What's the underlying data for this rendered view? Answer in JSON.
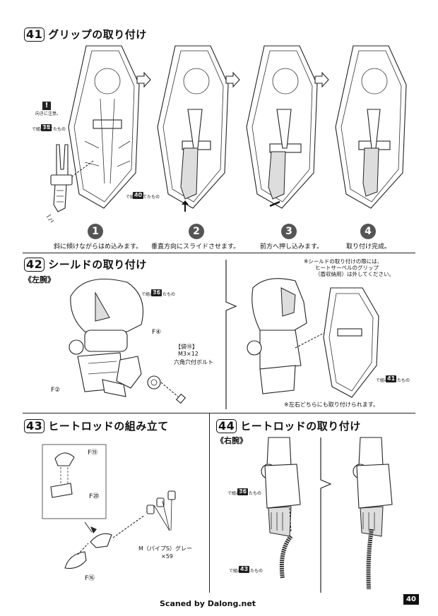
{
  "sections": {
    "s41": {
      "num": "41",
      "title": "グリップの取り付け",
      "note_box": "!",
      "note_text": "向きに注意。",
      "ref38": "38",
      "ref38_text": "で組み立てたもの",
      "ref40": "40",
      "ref40_text": "で組み立てたもの",
      "steps": [
        {
          "n": "1",
          "text": "斜に傾けながらはめ込みます。"
        },
        {
          "n": "2",
          "text": "垂直方向にスライドさせます。"
        },
        {
          "n": "3",
          "text": "前方へ押し込みます。"
        },
        {
          "n": "4",
          "text": "取り付け完成。"
        }
      ]
    },
    "s42": {
      "num": "42",
      "title": "シールドの取り付け",
      "sub": "《左腕》",
      "ref36": "36",
      "ref36_text": "で組み立てたもの",
      "f4": "F④",
      "f2": "F②",
      "bag": "【袋⑱】",
      "bolt_size": "M3×12",
      "bolt_name": "六角穴付ボルト",
      "note1": "※シールドの取り付けの際には、",
      "note2": "ヒートサーベルのグリップ",
      "note3": "（盾収納用）は外してください。",
      "ref41": "41",
      "ref41_text": "で組み立てたもの",
      "note_bottom": "※左右どちらにも取り付けられます。"
    },
    "s43": {
      "num": "43",
      "title": "ヒートロッドの組み立て",
      "f19": "F⑲",
      "f20": "F⑳",
      "f16": "F⑯",
      "pipe1": "M（パイプS）グレー",
      "pipe2": "×59"
    },
    "s44": {
      "num": "44",
      "title": "ヒートロッドの取り付け",
      "sub": "《右腕》",
      "ref36": "36",
      "ref36_text": "で組み立てたもの",
      "ref43": "43",
      "ref43_text": "で組み立てたもの"
    }
  },
  "footer": {
    "credit": "Scaned by Dalong.net",
    "page": "40"
  }
}
